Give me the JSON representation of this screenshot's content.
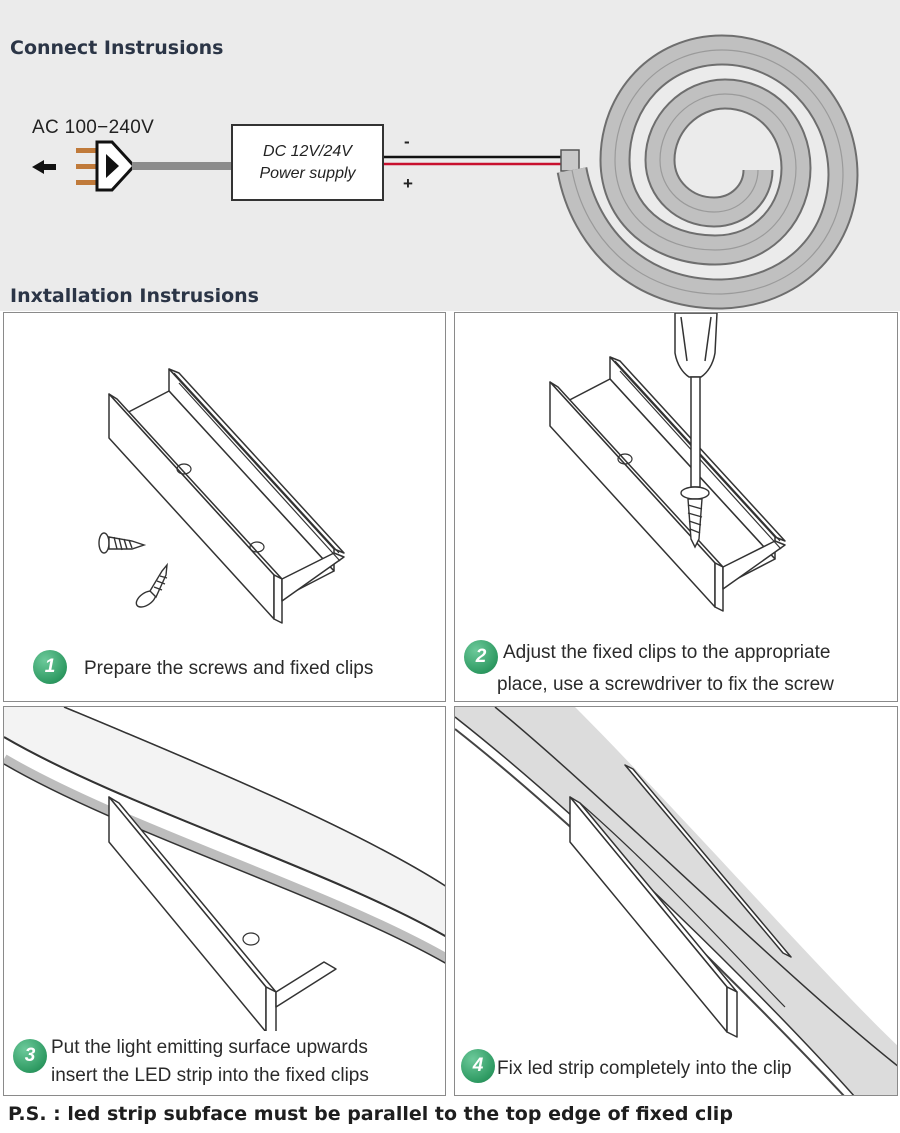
{
  "connect_section": {
    "title": "Connect Instrusions",
    "ac_label": "AC 100−240V",
    "psu_line1": "DC 12V/24V",
    "psu_line2": "Power supply",
    "minus_label": "-",
    "plus_label": "+"
  },
  "install_section": {
    "title": "Inxtallation Instrusions"
  },
  "steps": [
    {
      "number": "1",
      "lines": [
        "Prepare the screws and fixed clips"
      ]
    },
    {
      "number": "2",
      "lines": [
        "Adjust the fixed clips to the appropriate",
        "place, use a screwdriver to fix the screw"
      ]
    },
    {
      "number": "3",
      "lines": [
        "Put the light emitting surface upwards",
        "insert the LED strip into the fixed clips"
      ]
    },
    {
      "number": "4",
      "lines": [
        "Fix led strip completely into the clip"
      ]
    }
  ],
  "footer_note": "P.S. : led strip subface must be parallel to the top edge of fixed clip",
  "colors": {
    "badge_green": "#3aa36b",
    "wire_red": "#c8102e",
    "strip_gray": "#b9b9b9"
  }
}
